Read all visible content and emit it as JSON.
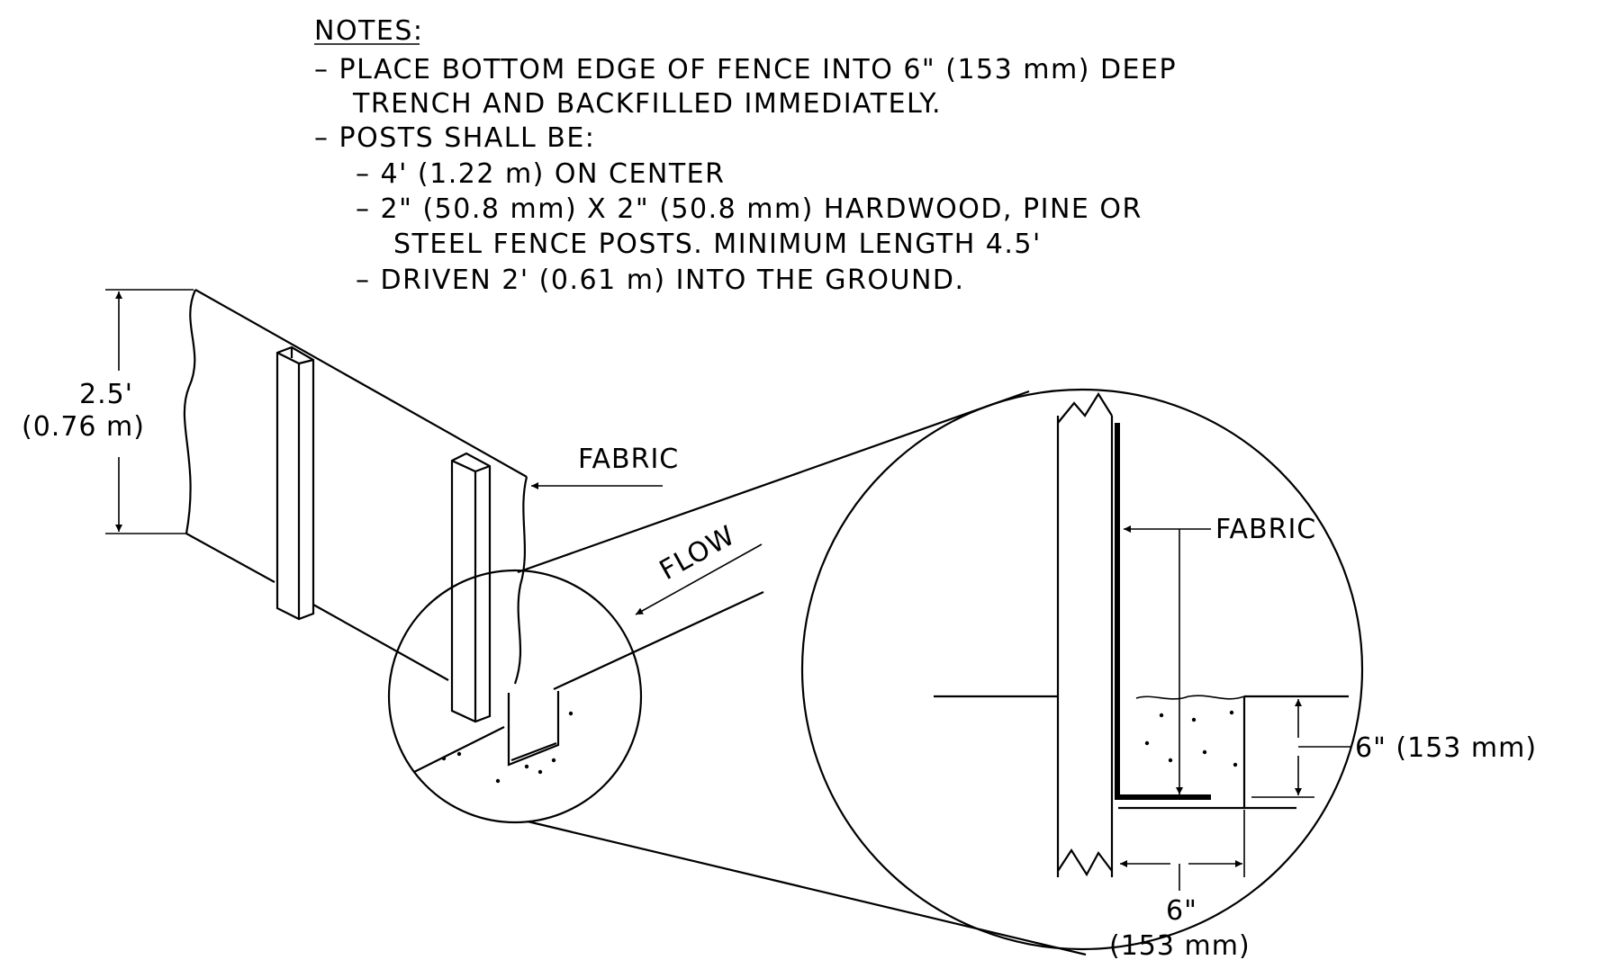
{
  "notes": {
    "heading": "NOTES:",
    "lines": [
      "– PLACE BOTTOM EDGE OF FENCE INTO 6\" (153 mm) DEEP",
      "TRENCH AND BACKFILLED IMMEDIATELY.",
      "– POSTS SHALL BE:",
      "– 4' (1.22 m) ON CENTER",
      "– 2\" (50.8 mm) X 2\" (50.8 mm) HARDWOOD, PINE OR",
      "STEEL FENCE POSTS.  MINIMUM LENGTH 4.5'",
      "– DRIVEN 2' (0.61 m) INTO THE GROUND."
    ]
  },
  "labels": {
    "height_ft": "2.5'",
    "height_m": "(0.76 m)",
    "fabric_main": "FABRIC",
    "flow": "FLOW",
    "fabric_detail": "FABRIC",
    "depth": "6\" (153 mm)",
    "width_in": "6\"",
    "width_mm": "(153 mm)"
  }
}
